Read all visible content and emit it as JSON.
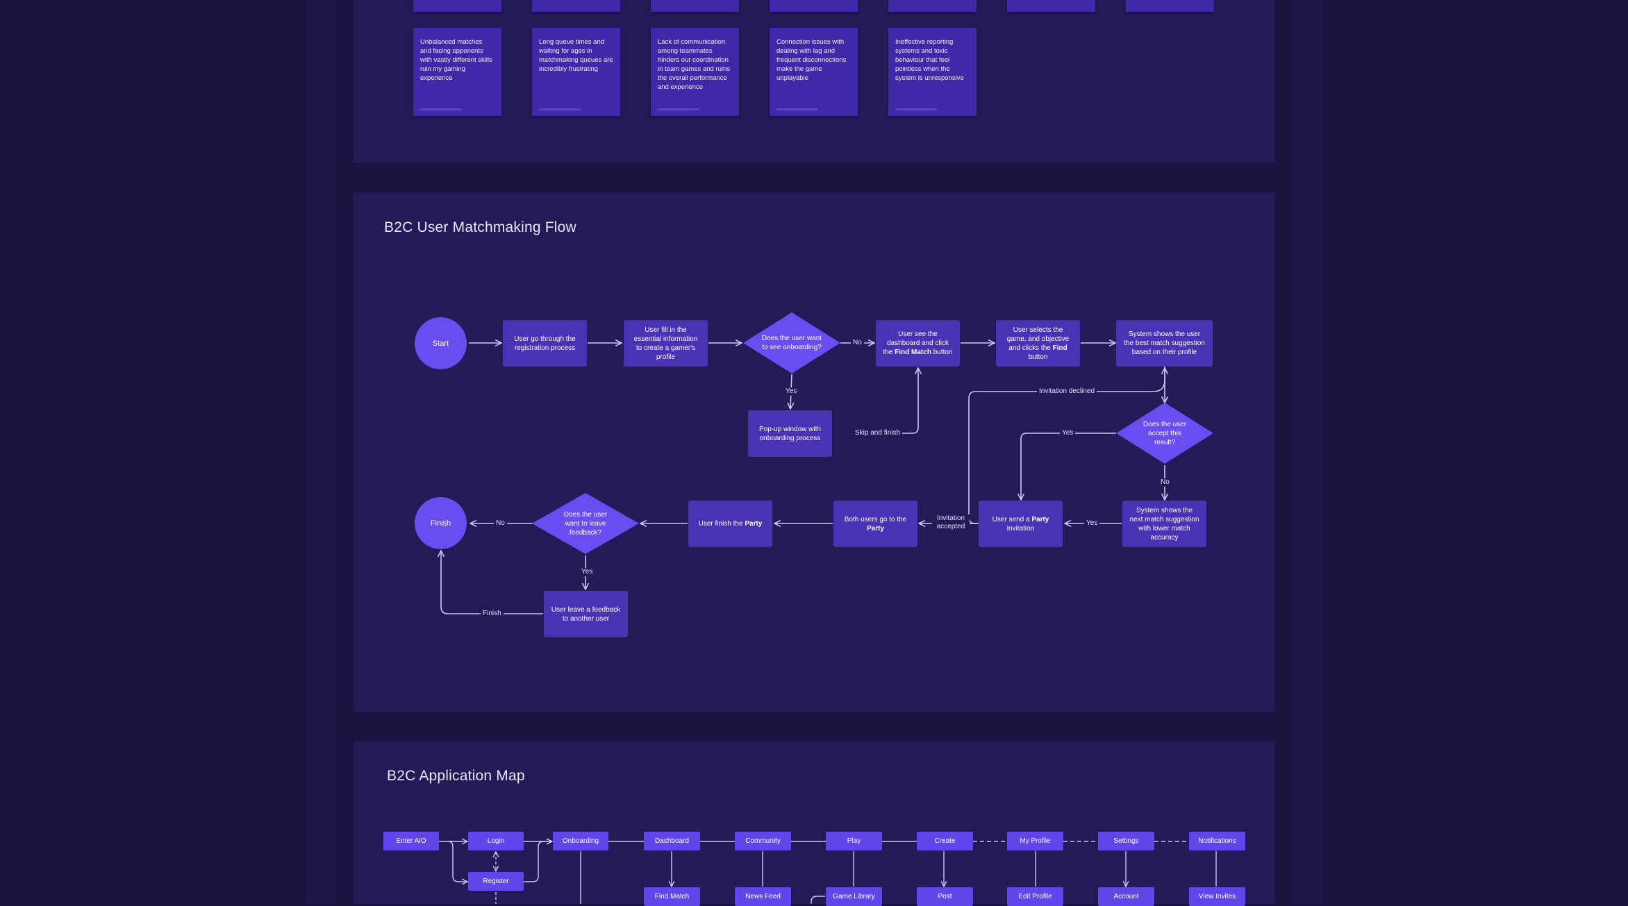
{
  "colors": {
    "background": "#1a1440",
    "frame": "#231a58",
    "sticky": "#4128a8",
    "node": "#4a32b4",
    "accent": "#6a4df0",
    "map_node": "#6246ea",
    "connector": "#cfc8f5"
  },
  "pain_points": {
    "cards": [
      {
        "text": "Unbalanced matches and facing opponents with vastly different skills ruin my gaming experience"
      },
      {
        "text": "Long queue times and waiting for ages in matchmaking queues are incredibly frustrating"
      },
      {
        "text": "Lack of communication among teammates hinders our coordination in team games and ruins the overall performance and experience"
      },
      {
        "text": "Connection issues with dealing with lag and frequent disconnections make the game unplayable"
      },
      {
        "text": "Ineffective reporting systems and toxic behaviour that feel pointless when the system is unresponsive"
      }
    ]
  },
  "flow": {
    "title": "B2C User Matchmaking Flow",
    "nodes": {
      "start": "Start",
      "registration": "User go through the registration process",
      "profile": "User fill in the essential information to create a gamer's profile",
      "onboarding_q": "Does the user want to see onboarding?",
      "popup": "Pop-up window with onboarding process",
      "dashboard": [
        "User see the dashboard and click the ",
        "Find Match",
        " button"
      ],
      "selects": [
        "User selects the game, and objective and clicks the ",
        "Find",
        " button"
      ],
      "best_match": "System shows the user the best match suggestion based on their profile",
      "accept_q": "Does the user accept this result?",
      "next_match": "System shows the next match suggestion with lower match accuracy",
      "send_party": [
        "User send a ",
        "Party",
        " invitation"
      ],
      "go_party": [
        "Both users go to the ",
        "Party",
        ""
      ],
      "finish_party": [
        "User finish the ",
        "Party",
        ""
      ],
      "feedback_q": "Does the user want to leave feedback?",
      "leave_feedback": "User leave a feedback to another user",
      "finish": "Finish"
    },
    "edge_labels": {
      "no_onboarding": "No",
      "yes_onboarding": "Yes",
      "skip": "Skip and finish",
      "declined": "Invitation declined",
      "yes_accept": "Yes",
      "no_accept": "No",
      "yes_send": "Yes",
      "accepted": "Invitation accepted",
      "no_feedback": "No",
      "yes_feedback": "Yes",
      "finish_edge": "Finish"
    }
  },
  "app_map": {
    "title": "B2C Application Map",
    "top": [
      "Enter AIO",
      "Login",
      "Onboarding",
      "Dashboard",
      "Community",
      "Play",
      "Create",
      "My Profile",
      "Settings",
      "Notifications"
    ],
    "register": "Register",
    "children": [
      "Find Match",
      "News Feed",
      "Game Library",
      "Post",
      "Edit Profile",
      "Account",
      "View Invites"
    ]
  }
}
